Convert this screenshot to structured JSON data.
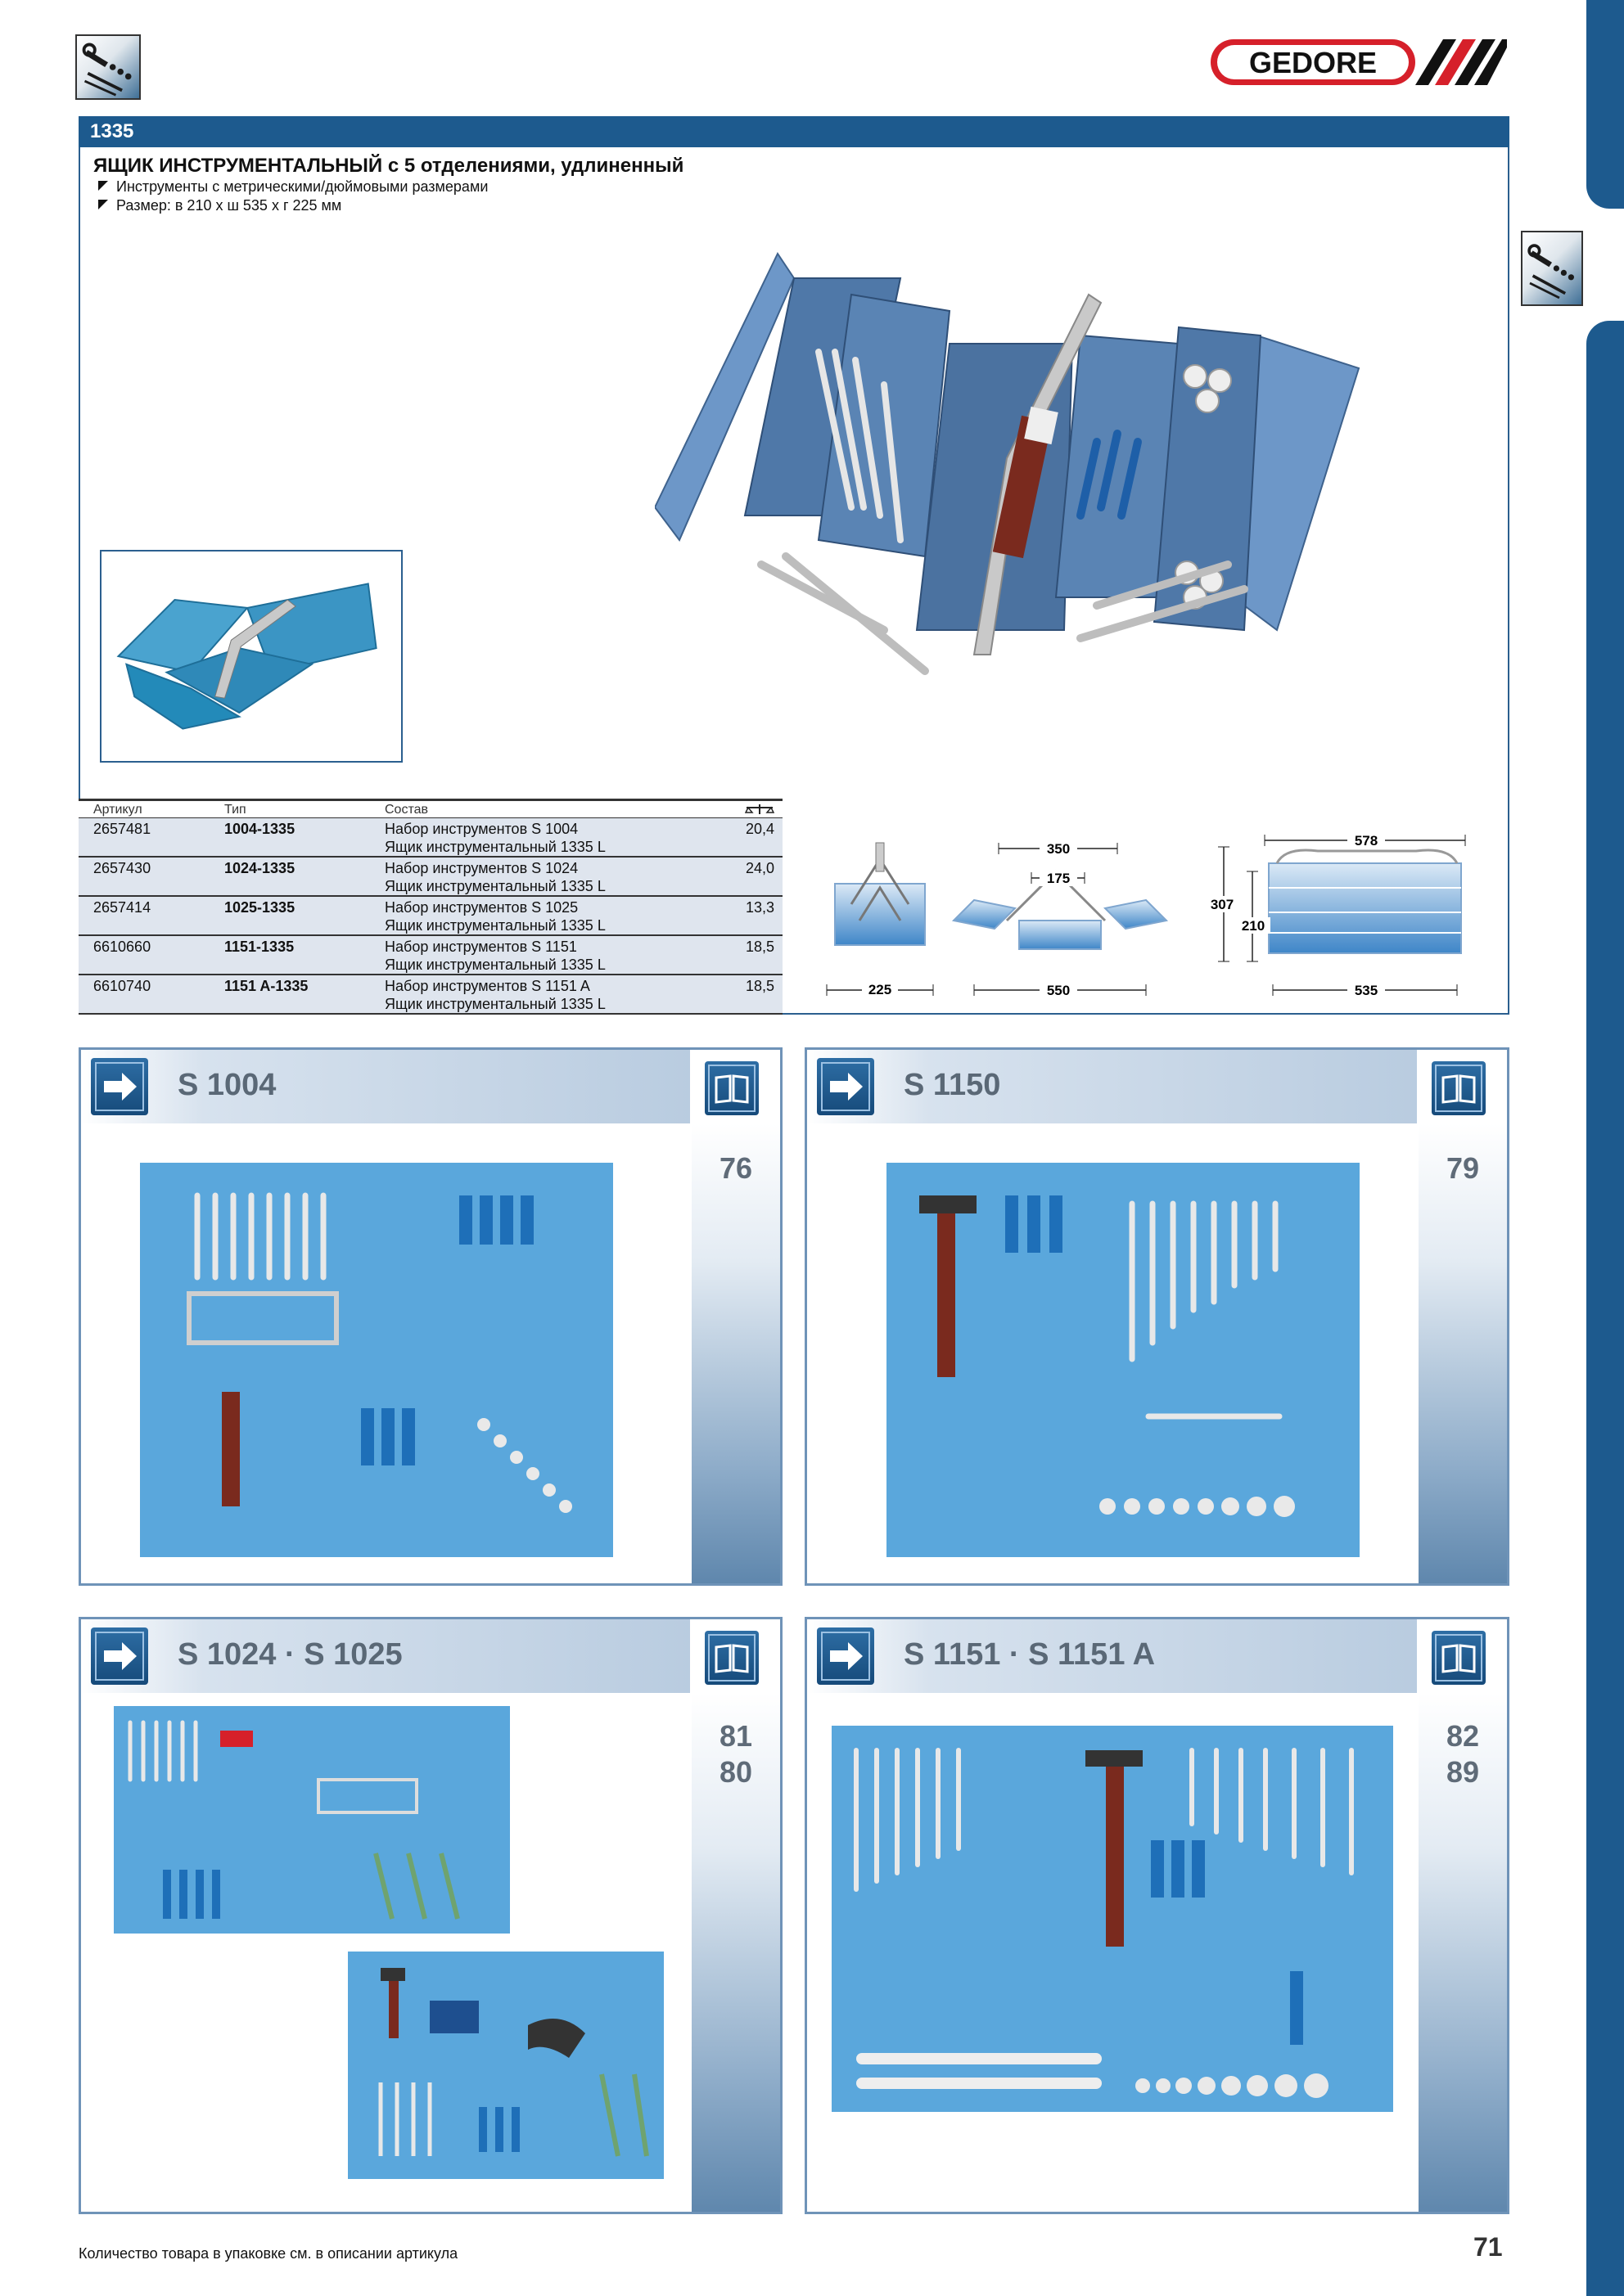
{
  "brand": {
    "name": "GEDORE",
    "color": "#d6202a"
  },
  "header": {
    "code": "1335"
  },
  "product": {
    "title": "ЯЩИК ИНСТРУМЕНТАЛЬНЫЙ с 5 отделениями, удлиненный",
    "bullets": [
      "Инструменты с метрическими/дюймовыми размерами",
      "Размер: в 210 х ш 535 х г 225 мм"
    ]
  },
  "table": {
    "headers": {
      "article": "Артикул",
      "type": "Тип",
      "contents": "Состав",
      "weight_icon": "scale-icon"
    },
    "rows": [
      {
        "article": "2657481",
        "type": "1004-1335",
        "line1": "Набор инструментов S 1004",
        "line2": "Ящик инструментальный 1335 L",
        "weight": "20,4"
      },
      {
        "article": "2657430",
        "type": "1024-1335",
        "line1": "Набор инструментов S 1024",
        "line2": "Ящик инструментальный 1335 L",
        "weight": "24,0"
      },
      {
        "article": "2657414",
        "type": "1025-1335",
        "line1": "Набор инструментов S 1025",
        "line2": "Ящик инструментальный 1335 L",
        "weight": "13,3"
      },
      {
        "article": "6610660",
        "type": "1151-1335",
        "line1": "Набор инструментов S 1151",
        "line2": "Ящик инструментальный 1335 L",
        "weight": "18,5"
      },
      {
        "article": "6610740",
        "type": "1151 A-1335",
        "line1": "Набор инструментов S 1151 A",
        "line2": "Ящик инструментальный 1335 L",
        "weight": "18,5"
      }
    ]
  },
  "dimensions": {
    "side_depth": "225",
    "open_top": "350",
    "open_inner": "175",
    "open_width": "550",
    "front_height": "307",
    "front_inner_height": "210",
    "top_width": "578",
    "bottom_width": "535"
  },
  "sets": [
    {
      "name": "S 1004",
      "pages": [
        "76"
      ]
    },
    {
      "name": "S 1150",
      "pages": [
        "79"
      ]
    },
    {
      "name": "S 1024 · S 1025",
      "pages": [
        "81",
        "80"
      ]
    },
    {
      "name": "S 1151 · S 1151 A",
      "pages": [
        "82",
        "89"
      ]
    }
  ],
  "footer": {
    "note": "Количество товара в упаковке см. в описании артикула",
    "page_number": "71"
  }
}
